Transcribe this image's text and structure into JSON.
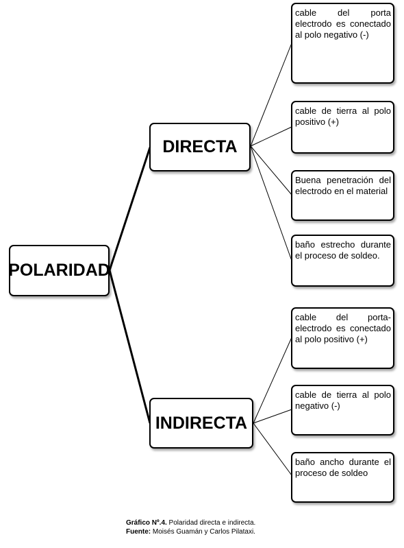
{
  "root": {
    "label": "POLARIDAD"
  },
  "branches": [
    {
      "label": "DIRECTA",
      "items": [
        "cable del porta electrodo es conectado al polo negativo (-)",
        "cable de tierra al polo positivo (+)",
        "Buena penetración del electrodo en el material",
        "baño estrecho durante el proceso de soldeo."
      ]
    },
    {
      "label": "INDIRECTA",
      "items": [
        "cable del porta-electrodo es conectado al polo positivo (+)",
        "cable de tierra al polo negativo (-)",
        "baño ancho durante el proceso de soldeo"
      ]
    }
  ],
  "caption": {
    "graph_label": "Gráfico Nº.4.",
    "graph_text": " Polaridad directa e indirecta.",
    "source_label": "Fuente:",
    "source_text": " Moisés Guamán y Carlos Pilataxi."
  }
}
